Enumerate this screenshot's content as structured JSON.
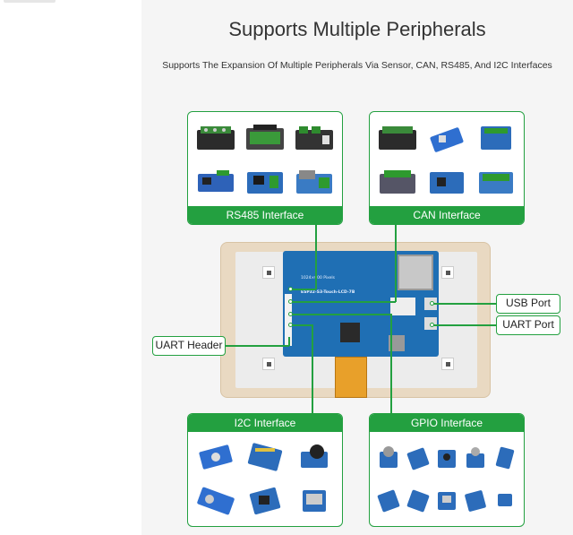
{
  "title": "Supports Multiple Peripherals",
  "subtitle": "Supports The Expansion Of Multiple Peripherals Via Sensor, CAN, RS485, And I2C Interfaces",
  "cards": {
    "rs485": {
      "label": "RS485 Interface"
    },
    "can": {
      "label": "CAN Interface"
    },
    "i2c": {
      "label": "I2C Interface"
    },
    "gpio": {
      "label": "GPIO Interface"
    }
  },
  "tags": {
    "usb": "USB Port",
    "uart_port": "UART Port",
    "uart_header": "UART Header"
  },
  "board": {
    "resolution": "1024×600 Pixels",
    "model": "ESP32-S3-Touch-LCD-7B"
  },
  "colors": {
    "accent": "#23a040",
    "pcb": "#1f6fb4",
    "frame": "#e9d9c2"
  }
}
